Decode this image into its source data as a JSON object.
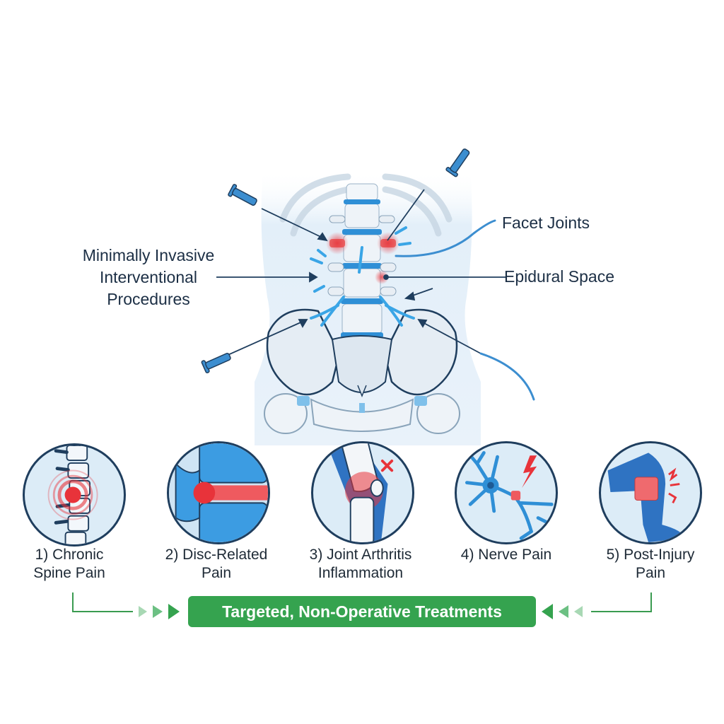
{
  "diagram": {
    "callouts": {
      "left": [
        "Minimally Invasive",
        "Interventional",
        "Procedures"
      ],
      "facet": "Facet Joints",
      "epidural": "Epidural Space"
    },
    "conditions": [
      {
        "number": "1)",
        "line1": "1) Chronic",
        "line2": "Spine Pain",
        "icon": "spine-pain-icon"
      },
      {
        "number": "2)",
        "line1": "2) Disc-Related",
        "line2": "Pain",
        "icon": "herniated-disc-icon"
      },
      {
        "number": "3)",
        "line1": "3) Joint Arthritis",
        "line2": "Inflammation",
        "icon": "inflamed-knee-icon"
      },
      {
        "number": "4)",
        "line1": "4) Nerve Pain",
        "line2": "",
        "icon": "neuron-lightning-icon"
      },
      {
        "number": "5)",
        "line1": "5) Post-Injury",
        "line2": "Pain",
        "icon": "bandaged-leg-icon"
      }
    ],
    "cta": {
      "label": "Targeted, Non-Operative Treatments"
    },
    "colors": {
      "text_dark": "#1c2f45",
      "bone_blue": "#2f8fd6",
      "outline_navy": "#1f3e5e",
      "pain_red": "#e8333a",
      "cta_green": "#35a34f",
      "circle_bg": "#dcecf7"
    }
  }
}
